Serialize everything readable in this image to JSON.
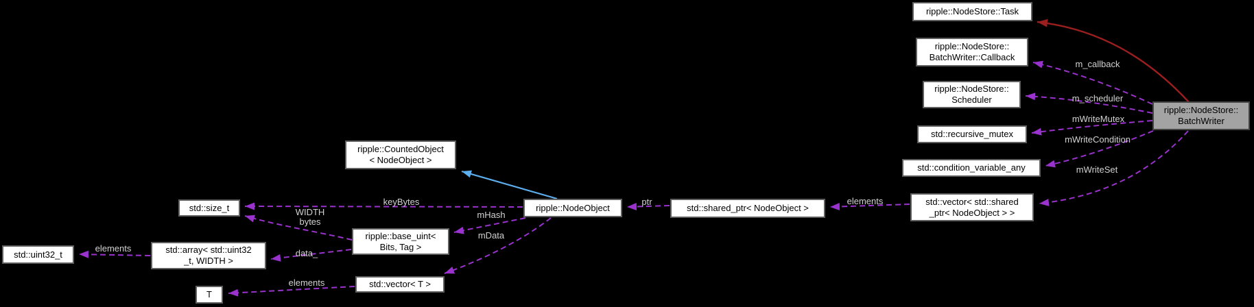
{
  "diagram": {
    "colors": {
      "background": "#000000",
      "node_fill": "#ffffff",
      "node_border": "#5f5f5f",
      "node_text": "#000000",
      "highlight_node_fill": "#a3a3a3",
      "usage_edge": "#9a32cd",
      "private_inheritance_edge": "#9c1f1f",
      "public_inheritance_edge": "#5caeee",
      "edge_label_text": "#d2d2d2"
    },
    "nodes": [
      {
        "id": "task",
        "label": "ripple::NodeStore::Task"
      },
      {
        "id": "callback",
        "label": "ripple::NodeStore::\nBatchWriter::Callback"
      },
      {
        "id": "scheduler",
        "label": "ripple::NodeStore::\nScheduler"
      },
      {
        "id": "recursive-mutex",
        "label": "std::recursive_mutex"
      },
      {
        "id": "condition-variable-any",
        "label": "std::condition_variable_any"
      },
      {
        "id": "write-set-vector",
        "label": "std::vector< std::shared\n_ptr< NodeObject > >"
      },
      {
        "id": "batch-writer",
        "label": "ripple::NodeStore::\nBatchWriter",
        "highlighted": true
      },
      {
        "id": "counted-object",
        "label": "ripple::CountedObject\n< NodeObject >"
      },
      {
        "id": "node-object",
        "label": "ripple::NodeObject"
      },
      {
        "id": "shared-ptr",
        "label": "std::shared_ptr< NodeObject >"
      },
      {
        "id": "size-t",
        "label": "std::size_t"
      },
      {
        "id": "base-uint",
        "label": "ripple::base_uint<\nBits, Tag >"
      },
      {
        "id": "uint32-t",
        "label": "std::uint32_t"
      },
      {
        "id": "array",
        "label": "std::array< std::uint32\n_t, WIDTH >"
      },
      {
        "id": "t",
        "label": "T"
      },
      {
        "id": "vector-t",
        "label": "std::vector< T >"
      }
    ],
    "edge_labels": [
      {
        "id": "m-callback",
        "text": "m_callback"
      },
      {
        "id": "m-scheduler",
        "text": "m_scheduler"
      },
      {
        "id": "m-write-mutex",
        "text": "mWriteMutex"
      },
      {
        "id": "m-write-condition",
        "text": "mWriteCondition"
      },
      {
        "id": "m-write-set",
        "text": "mWriteSet"
      },
      {
        "id": "elements-write-set",
        "text": "elements"
      },
      {
        "id": "ptr",
        "text": "ptr"
      },
      {
        "id": "key-bytes",
        "text": "keyBytes"
      },
      {
        "id": "m-hash",
        "text": "mHash"
      },
      {
        "id": "m-data",
        "text": "mData"
      },
      {
        "id": "width-bytes",
        "text": "WIDTH\nbytes"
      },
      {
        "id": "data",
        "text": "data_"
      },
      {
        "id": "elements-array",
        "text": "elements"
      },
      {
        "id": "elements-vector-t",
        "text": "elements"
      }
    ]
  }
}
